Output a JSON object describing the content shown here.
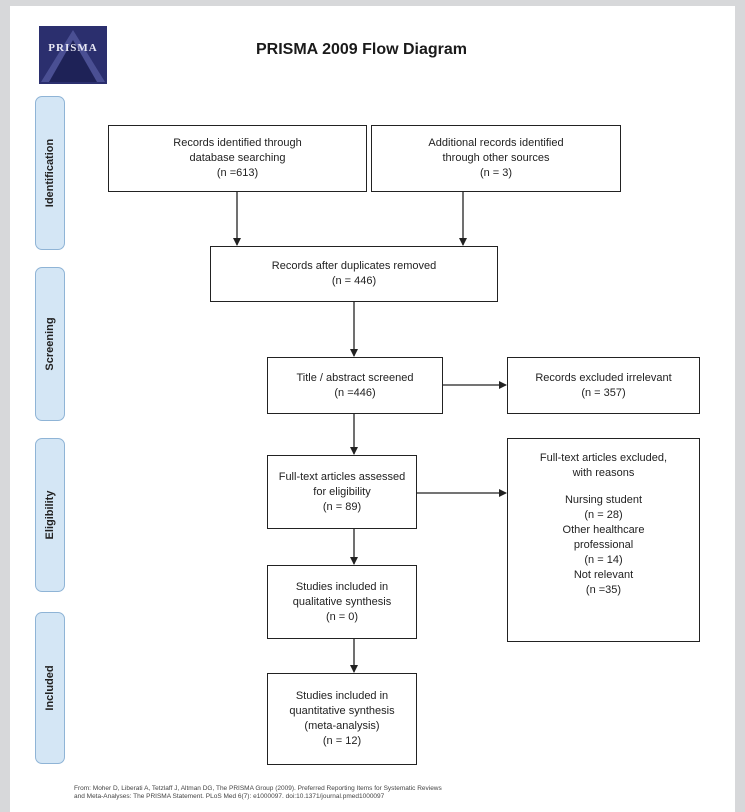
{
  "logo": {
    "text": "PRISMA"
  },
  "title": "PRISMA 2009 Flow Diagram",
  "stages": [
    "Identification",
    "Screening",
    "Eligibility",
    "Included"
  ],
  "boxes": {
    "db_search": [
      "Records identified through",
      "database searching",
      "(n =613)"
    ],
    "other_sources": [
      "Additional records identified",
      "through other sources",
      "(n = 3)"
    ],
    "duplicates_removed": [
      "Records after duplicates removed",
      "(n = 446)"
    ],
    "screened": [
      "Title / abstract screened",
      "(n =446)"
    ],
    "excluded_irrelevant": [
      "Records excluded irrelevant",
      "(n = 357)"
    ],
    "fulltext_assessed": [
      "Full-text articles assessed",
      "for eligibility",
      "(n = 89)"
    ],
    "fulltext_excluded": {
      "heading": [
        "Full-text articles excluded,",
        "with reasons"
      ],
      "reasons": [
        "Nursing student",
        "(n = 28)",
        "Other healthcare",
        "professional",
        "(n = 14)",
        "Not relevant",
        "(n =35)"
      ]
    },
    "qualitative": [
      "Studies included in",
      "qualitative synthesis",
      "(n = 0)"
    ],
    "quantitative": [
      "Studies included in",
      "quantitative synthesis",
      "(meta-analysis)",
      "(n = 12)"
    ]
  },
  "citation": [
    "From:  Moher D, Liberati A, Tetzlaff J, Altman DG, The PRISMA Group (2009). Preferred Reporting Items for Systematic Reviews",
    "and Meta-Analyses: The PRISMA Statement. PLoS Med 6(7): e1000097. doi:10.1371/journal.pmed1000097"
  ]
}
